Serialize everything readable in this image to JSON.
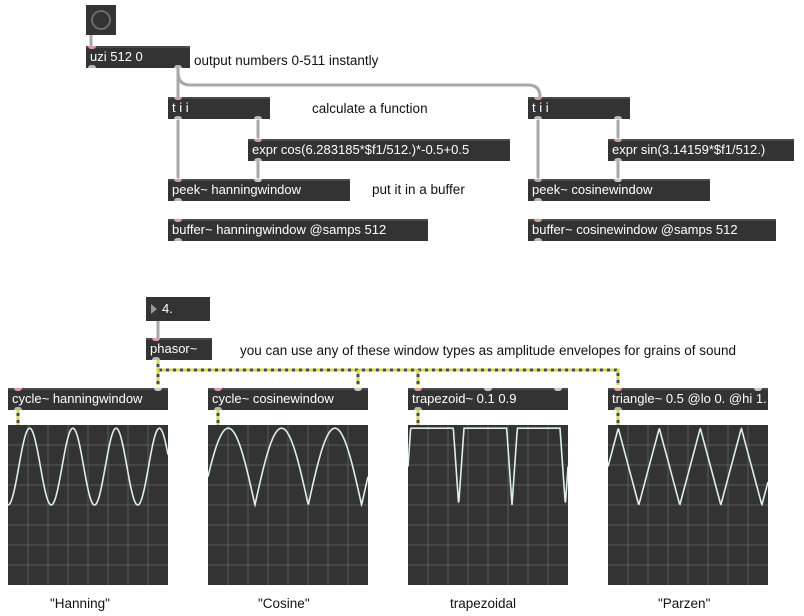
{
  "objects": {
    "bang": {
      "icon": "circle-icon"
    },
    "uzi": {
      "label": "uzi 512 0"
    },
    "trigger_left": {
      "label": "t i i"
    },
    "trigger_right": {
      "label": "t i i"
    },
    "expr_cos": {
      "label": "expr cos(6.283185*$f1/512.)*-0.5+0.5"
    },
    "expr_sin": {
      "label": "expr sin(3.14159*$f1/512.)"
    },
    "peek_hanning": {
      "label": "peek~ hanningwindow"
    },
    "peek_cosine": {
      "label": "peek~ cosinewindow"
    },
    "buffer_hanning": {
      "label": "buffer~ hanningwindow @samps 512"
    },
    "buffer_cosine": {
      "label": "buffer~ cosinewindow @samps 512"
    },
    "number": {
      "value": "4.",
      "icon": "triangle-right-icon"
    },
    "phasor": {
      "label": "phasor~"
    },
    "cycle_hanning": {
      "label": "cycle~ hanningwindow"
    },
    "cycle_cosine": {
      "label": "cycle~ cosinewindow"
    },
    "trapezoid": {
      "label": "trapezoid~ 0.1 0.9"
    },
    "triangle": {
      "label": "triangle~ 0.5 @lo 0. @hi 1."
    }
  },
  "comments": {
    "uzi_note": "output numbers 0-511 instantly",
    "calc_note": "calculate a function",
    "buffer_note": "put it in a buffer",
    "window_note": "you can use any of these window types as amplitude envelopes for grains of sound",
    "hanning_caption": "\"Hanning\"",
    "cosine_caption": "\"Cosine\"",
    "trapezoidal_caption": "trapezoidal",
    "parzen_caption": "\"Parzen\""
  },
  "scopes": [
    {
      "name": "hanning",
      "waveform": "hanning",
      "cycles": 3.7,
      "phase": 0.0
    },
    {
      "name": "cosine",
      "waveform": "cosine",
      "cycles": 3.0,
      "phase": 0.12
    },
    {
      "name": "trapezoid",
      "waveform": "trapezoid",
      "cycles": 3.0,
      "phase": 0.05
    },
    {
      "name": "triangle",
      "waveform": "triangle",
      "cycles": 3.9,
      "phase": 0.25
    }
  ],
  "colors": {
    "object_bg": "#333333",
    "cord": "#a8a8a8",
    "signal_cord_dash": "#d6d655",
    "waveform": "#dcefef",
    "scope_grid": "#5a5a5a",
    "text": "#111111"
  }
}
